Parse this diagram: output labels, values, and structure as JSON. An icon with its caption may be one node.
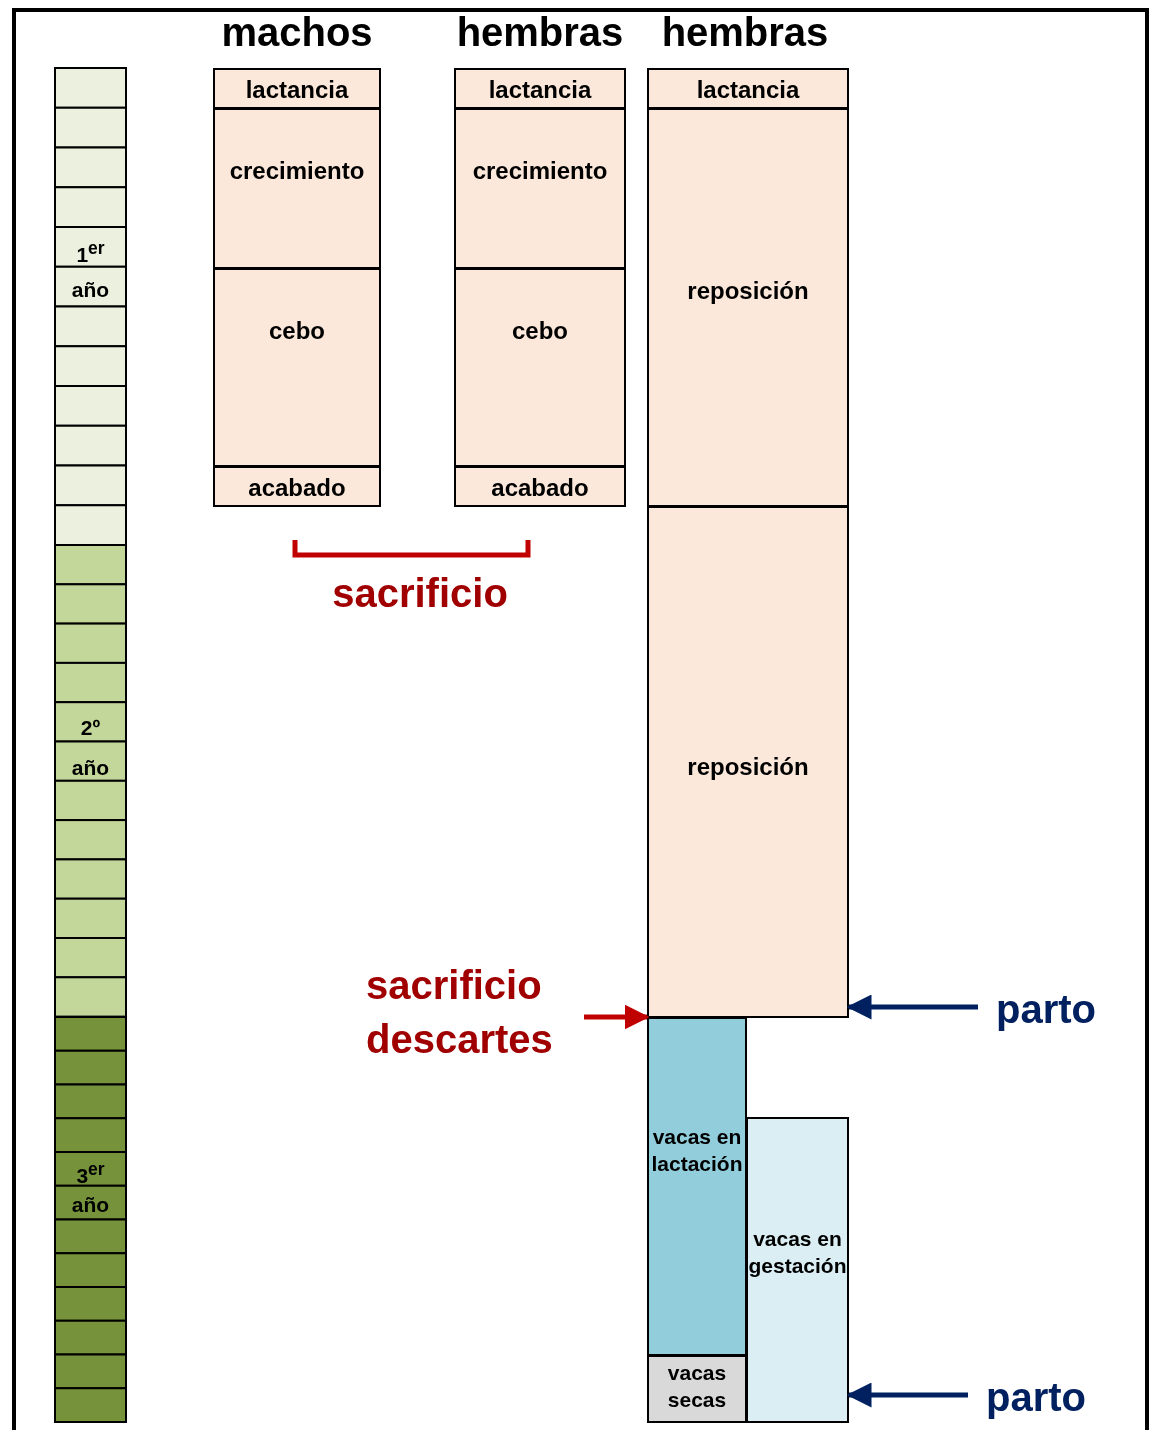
{
  "diagram": {
    "nodes": [
      {
        "text": [
          "lactancia"
        ]
      },
      {
        "text": [
          "crecimiento"
        ]
      },
      {
        "text": [
          "cebo"
        ]
      },
      {
        "text": [
          "acabado"
        ]
      },
      {
        "text": [
          "lactancia"
        ]
      },
      {
        "text": [
          "crecimiento"
        ]
      },
      {
        "text": [
          "cebo"
        ]
      },
      {
        "text": [
          "acabado"
        ]
      },
      {
        "text": [
          "lactancia"
        ]
      },
      {
        "text": [
          "reposición"
        ]
      },
      {
        "text": [
          "reposición"
        ]
      },
      {
        "text": [
          "vacas en lactación"
        ]
      },
      {
        "text": [
          "vacas secas"
        ]
      },
      {
        "text": [
          "vacas en gestación"
        ]
      },
      {
        "text": [
          "sacrificio descartes"
        ]
      },
      {
        "text": [
          "parto"
        ]
      },
      {
        "text": [
          "parto"
        ]
      }
    ],
    "edges": [
      {
        "from": 14,
        "to": 11,
        "arrow": "to",
        "color": "#c00000"
      },
      {
        "from": 15,
        "to": 10,
        "arrow": "to"
      },
      {
        "from": 16,
        "to": 13,
        "arrow": "to"
      }
    ],
    "labels": [
      "machos",
      "hembras",
      "hembras",
      "1$^{er}$",
      "año",
      "2º",
      "año",
      "3$^{er}$",
      "año",
      "sacrificio"
    ]
  }
}
